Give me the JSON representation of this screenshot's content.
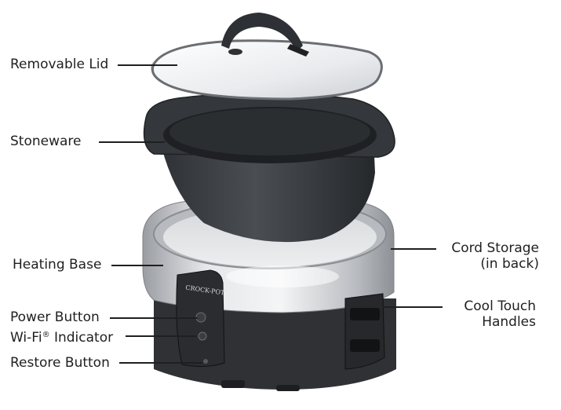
{
  "diagram": {
    "labels": {
      "removable_lid": "Removable Lid",
      "stoneware": "Stoneware",
      "heating_base": "Heating Base",
      "power_button": "Power Button",
      "wifi_indicator_prefix": "Wi-Fi",
      "wifi_indicator_mark": "®",
      "wifi_indicator_suffix": " Indicator",
      "restore_button": "Restore Button",
      "cord_storage_line1": "Cord Storage",
      "cord_storage_line2": "(in back)",
      "cool_touch_line1": "Cool Touch",
      "cool_touch_line2": "Handles"
    },
    "brand_logo": "CROCK-POT"
  },
  "colors": {
    "text": "#1f1f1f",
    "stoneware": "#3b3e42",
    "metal": "#c9cbcf",
    "base_dark": "#2f3135",
    "lid_glass": "#eef0f2"
  }
}
